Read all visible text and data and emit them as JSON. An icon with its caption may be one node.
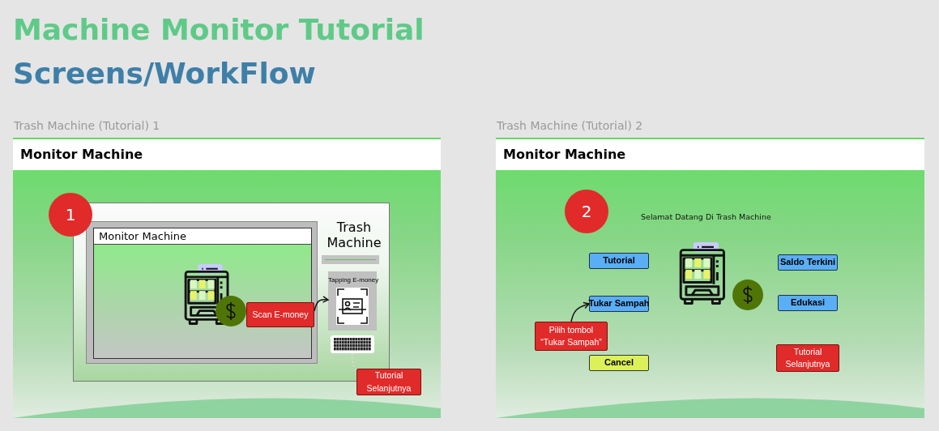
{
  "diagram": {
    "title": "Machine Monitor Tutorial",
    "nodes": [
      {
        "text": [
          "Trash Machine (Tutorial) 1",
          "Monitor Machine"
        ]
      },
      {
        "text": [
          "1"
        ],
        "in": 0
      },
      {
        "text": [
          "Trash Machine"
        ],
        "in": 0
      },
      {
        "text": [
          "Monitor Machine"
        ],
        "in": 2
      },
      {
        "text": [
          "Scan E-money"
        ],
        "in": 3
      },
      {
        "text": [
          "Tapping E-money"
        ],
        "in": 2
      },
      {
        "text": [],
        "shape": "picture",
        "in": 2
      },
      {
        "text": [
          "Tutorial Selanjutnya"
        ],
        "in": 0
      },
      {
        "text": [
          "Trash Machine (Tutorial) 2",
          "Monitor Machine"
        ]
      },
      {
        "text": [
          "2"
        ],
        "in": 8
      },
      {
        "text": [
          "Tutorial"
        ],
        "in": 8
      },
      {
        "text": [
          "Tukar Sampah"
        ],
        "in": 8
      },
      {
        "text": [
          "Pilih tombol “Tukar Sampah”"
        ],
        "in": 8
      },
      {
        "text": [
          "Cancel"
        ],
        "in": 8
      },
      {
        "text": [
          "Saldo Terkini"
        ],
        "in": 8
      },
      {
        "text": [
          "Edukasi"
        ],
        "in": 8
      },
      {
        "text": [
          "Tutorial Selanjutnya"
        ],
        "in": 8
      }
    ],
    "edges": [
      {
        "from": 4,
        "to": 5,
        "arrow": "to"
      },
      {
        "from": 6,
        "to": 7,
        "arrow": "none",
        "style": "dashed",
        "color": "#dddddd"
      },
      {
        "from": 12,
        "to": 11,
        "arrow": "to"
      }
    ],
    "labels": [
      "Screens/WorkFlow",
      "Selamat Datang Di Trash Machine"
    ]
  }
}
